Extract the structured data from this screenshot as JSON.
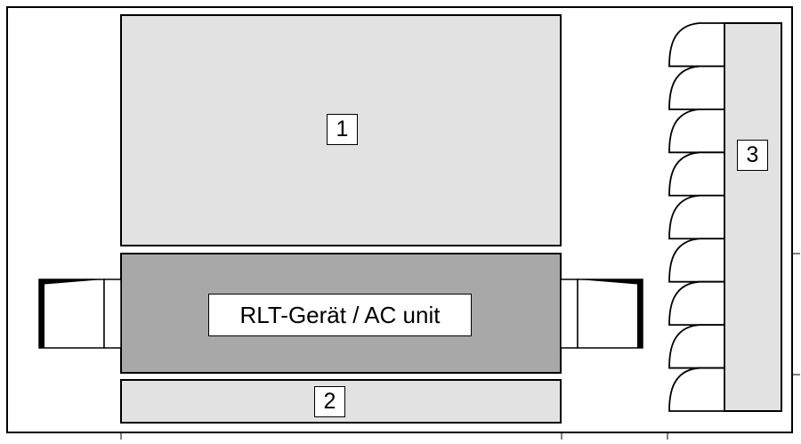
{
  "colors": {
    "outline": "#000000",
    "panel_light": "#e2e2e2",
    "panel_dark": "#a8a8a9",
    "background": "#ffffff"
  },
  "icons": {
    "left_connector": "duct-connector-icon",
    "right_connector": "duct-connector-icon",
    "diffusers": "air-diffuser-icon"
  },
  "labels": {
    "box1": "1",
    "box2": "2",
    "box3": "3",
    "ac_unit": "RLT-Gerät / AC unit"
  },
  "diffuser_count": 9
}
